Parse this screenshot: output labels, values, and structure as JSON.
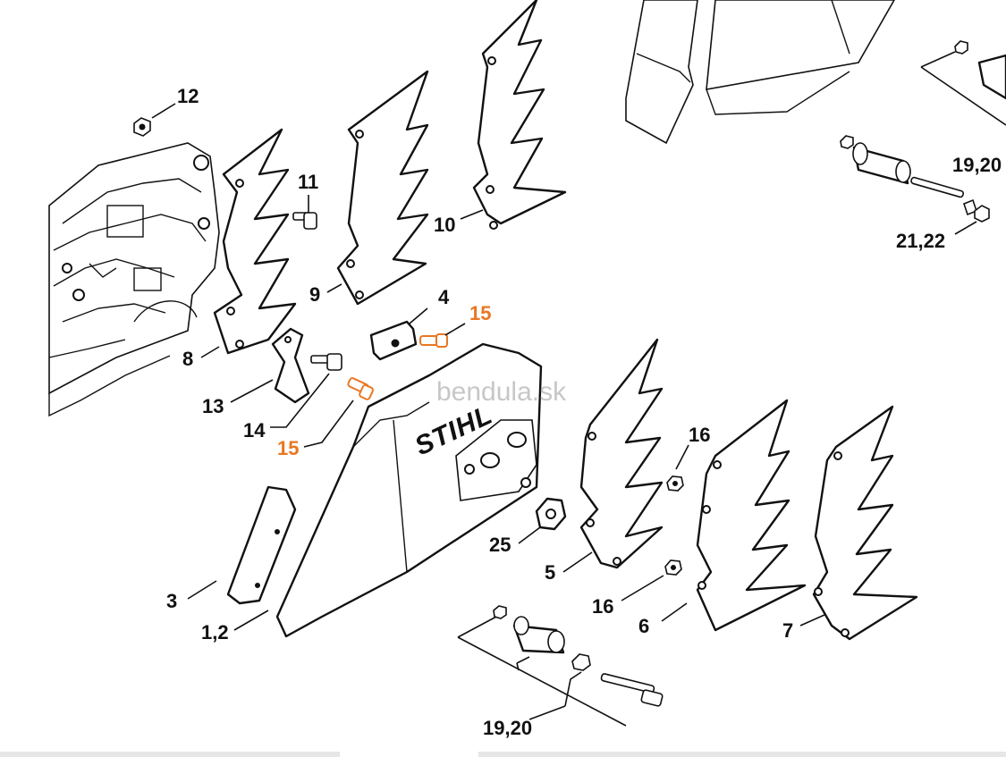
{
  "diagram": {
    "watermark": "bendula.sk",
    "brand_text": "STIHL",
    "accent_color": "#e87722",
    "labels": {
      "p12": "12",
      "p11": "11",
      "p10": "10",
      "p9": "9",
      "p8": "8",
      "p4": "4",
      "p15a": "15",
      "p15b": "15",
      "p13": "13",
      "p14": "14",
      "p16a": "16",
      "p16b": "16",
      "p25": "25",
      "p5": "5",
      "p6": "6",
      "p7": "7",
      "p3": "3",
      "p12b": "1,2",
      "p1920a": "19,20",
      "p1920b": "19,20",
      "p2122": "21,22"
    }
  }
}
